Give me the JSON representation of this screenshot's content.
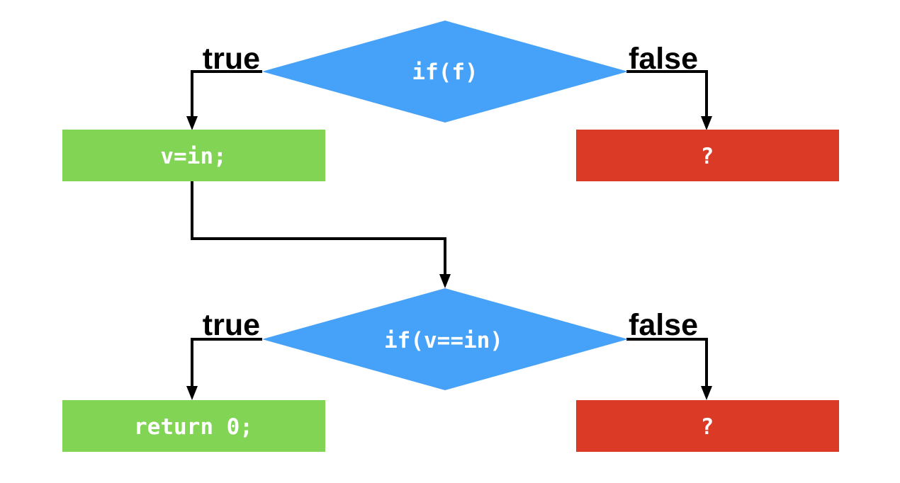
{
  "colors": {
    "decision": "#46a1f8",
    "action_true": "#82d455",
    "action_false": "#db3b26",
    "line": "#000000",
    "text": "#ffffff"
  },
  "nodes": {
    "decision_1": {
      "label": "if(f)"
    },
    "action_1_true": {
      "label": "v=in;"
    },
    "action_1_false": {
      "label": "?"
    },
    "decision_2": {
      "label": "if(v==in)"
    },
    "action_2_true": {
      "label": "return 0;"
    },
    "action_2_false": {
      "label": "?"
    }
  },
  "branches": {
    "decision_1_true": "true",
    "decision_1_false": "false",
    "decision_2_true": "true",
    "decision_2_false": "false"
  }
}
